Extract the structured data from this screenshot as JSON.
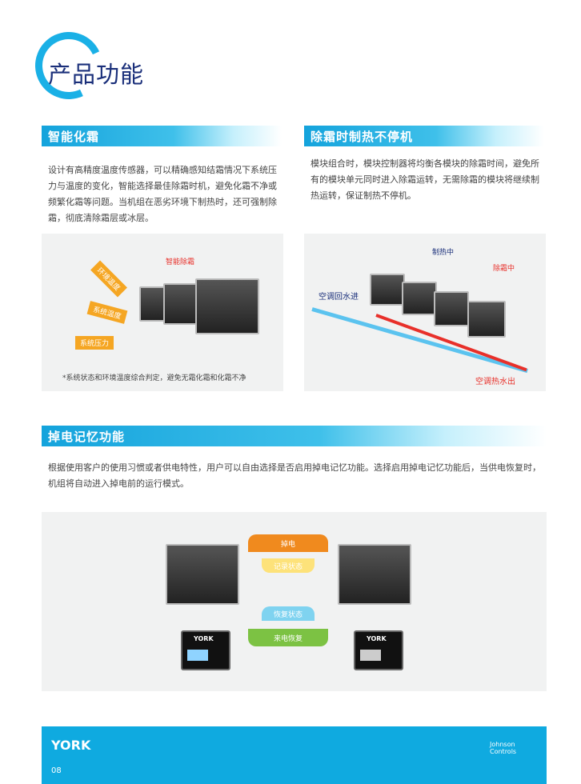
{
  "page_title": "产品功能",
  "sections": [
    {
      "title": "智能化霜",
      "body": "设计有高精度温度传感器，可以精确感知结霜情况下系统压力与温度的变化，智能选择最佳除霜时机，避免化霜不净或频繁化霜等问题。当机组在恶劣环境下制热时，还可强制除霜，彻底清除霜层或冰层。",
      "figure": {
        "label_top": "智能除霜",
        "arrows": [
          "环境温度",
          "系统温度",
          "系统压力"
        ],
        "caption": "*系统状态和环境温度综合判定，避免无霜化霜和化霜不净"
      }
    },
    {
      "title": "除霜时制热不停机",
      "body": "模块组合时，模块控制器将均衡各模块的除霜时间，避免所有的模块单元同时进入除霜运转，无需除霜的模块将继续制热运转，保证制热不停机。",
      "figure": {
        "heating": "制热中",
        "defrosting": "除霜中",
        "water_in": "空调回水进",
        "water_out": "空调热水出"
      }
    },
    {
      "title": "掉电记忆功能",
      "body": "根据使用客户的使用习惯或者供电特性，用户可以自由选择是否启用掉电记忆功能。选择启用掉电记忆功能后，当供电恢复时，机组将自动进入掉电前的运行模式。",
      "figure": {
        "power_off": "掉电",
        "record": "记录状态",
        "restore": "恢复状态",
        "power_on": "来电恢复",
        "controller_brand": "YORK"
      }
    }
  ],
  "footer": {
    "brand": "YORK",
    "partner": "Johnson Controls",
    "page_number": "08"
  },
  "colors": {
    "accent": "#14a3dc",
    "title": "#1a2f7a",
    "red": "#e8302a",
    "orange": "#f08a1e",
    "green": "#7cc243"
  }
}
